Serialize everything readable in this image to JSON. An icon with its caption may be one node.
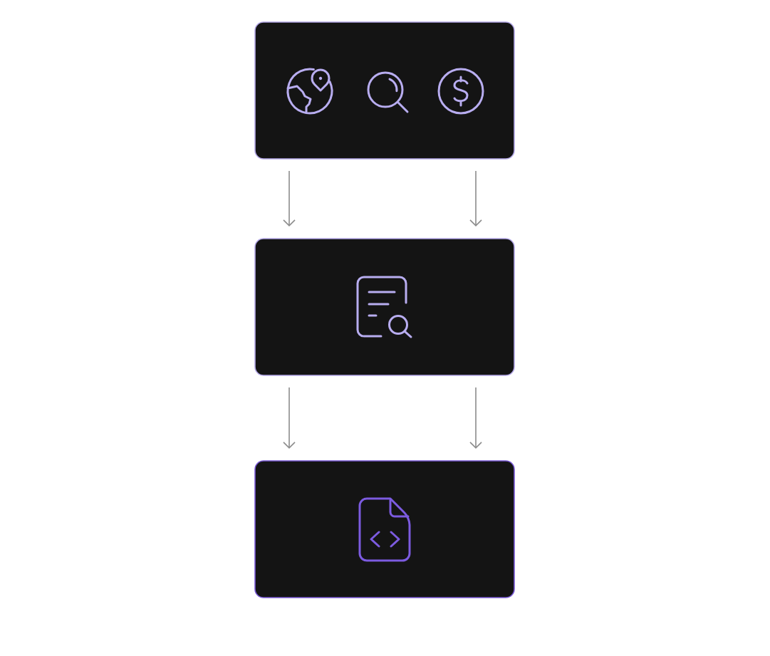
{
  "diagram": {
    "nodes": [
      {
        "text": [],
        "shape": "box"
      },
      {
        "text": [],
        "shape": "box"
      },
      {
        "text": [],
        "shape": "box"
      }
    ],
    "edges": [
      {
        "from": 0,
        "to": 1,
        "arrow": "to"
      },
      {
        "from": 0,
        "to": 1,
        "arrow": "to"
      },
      {
        "from": 1,
        "to": 2,
        "arrow": "to"
      },
      {
        "from": 1,
        "to": 2,
        "arrow": "to"
      }
    ]
  }
}
